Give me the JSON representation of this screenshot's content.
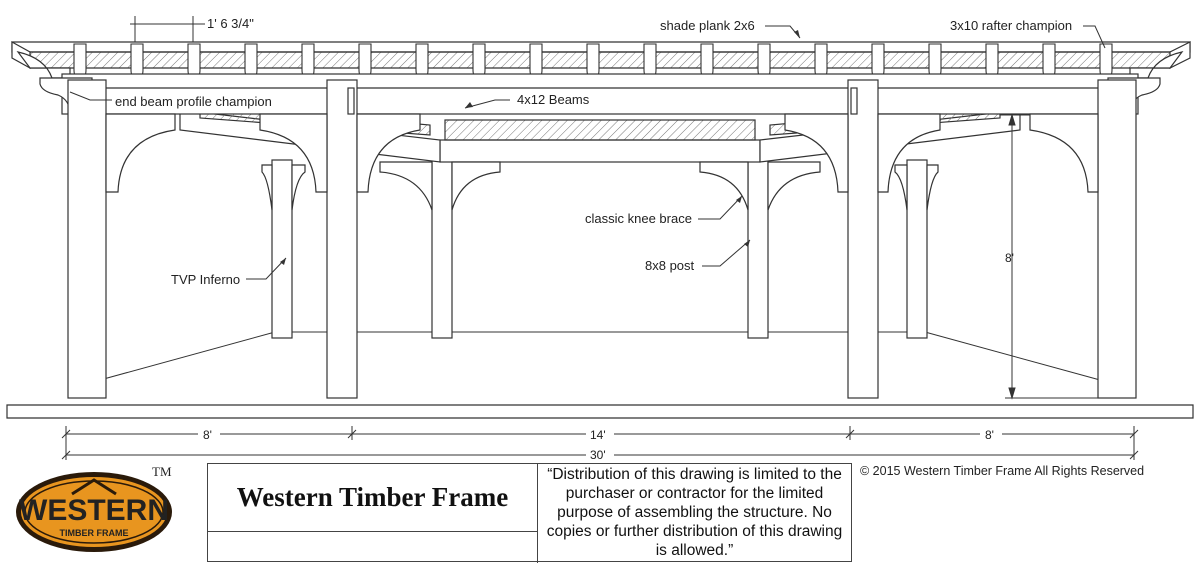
{
  "drawing": {
    "labels": {
      "rafter_spacing": "1' 6 3/4\"",
      "shade_plank": "shade plank 2x6",
      "rafter": "3x10 rafter champion",
      "end_beam": "end beam profile champion",
      "beams": "4x12 Beams",
      "knee_brace": "classic knee brace",
      "post": "8x8 post",
      "tvp": "TVP Inferno"
    },
    "dimensions": {
      "height": "8'",
      "left_bay": "8'",
      "center_bay": "14'",
      "right_bay": "8'",
      "overall": "30'"
    }
  },
  "title_block": {
    "trademark": "TM",
    "company": "Western Timber Frame",
    "notice": "“Distribution of this drawing is limited to the purchaser or contractor for the limited purpose of assembling the structure.  No copies or further distribution of this drawing is allowed.”",
    "copyright": "© 2015 Western Timber Frame All Rights Reserved"
  },
  "logo": {
    "word": "WESTERN",
    "sub": "TIMBER FRAME",
    "colors": {
      "fill": "#e8951f",
      "border": "#2a1a0a",
      "text": "#2a1a0a"
    }
  }
}
